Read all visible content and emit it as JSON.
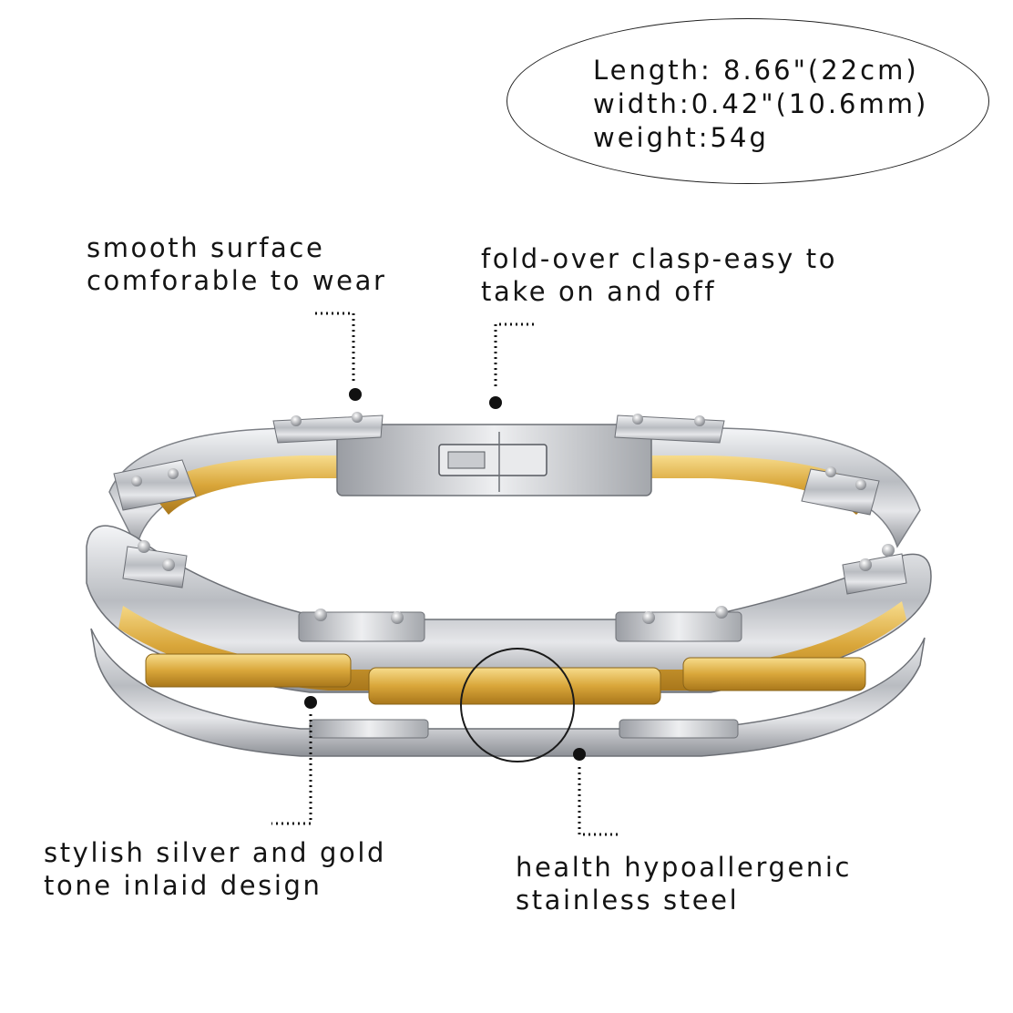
{
  "specs": {
    "length": "Length: 8.66\"(22cm)",
    "width": "width:0.42\"(10.6mm)",
    "weight": "weight:54g"
  },
  "callouts": {
    "surface": {
      "line1": "smooth surface",
      "line2": "comforable to wear"
    },
    "clasp": {
      "line1": "fold-over clasp-easy to",
      "line2": "take on and off"
    },
    "design": {
      "line1": "stylish silver and gold",
      "line2": "tone inlaid design"
    },
    "steel": {
      "line1": "health hypoallergenic",
      "line2": "stainless steel"
    }
  },
  "colors": {
    "background": "#ffffff",
    "silver": "#c9cbcf",
    "gold": "#d9a63a",
    "text": "#141414"
  }
}
